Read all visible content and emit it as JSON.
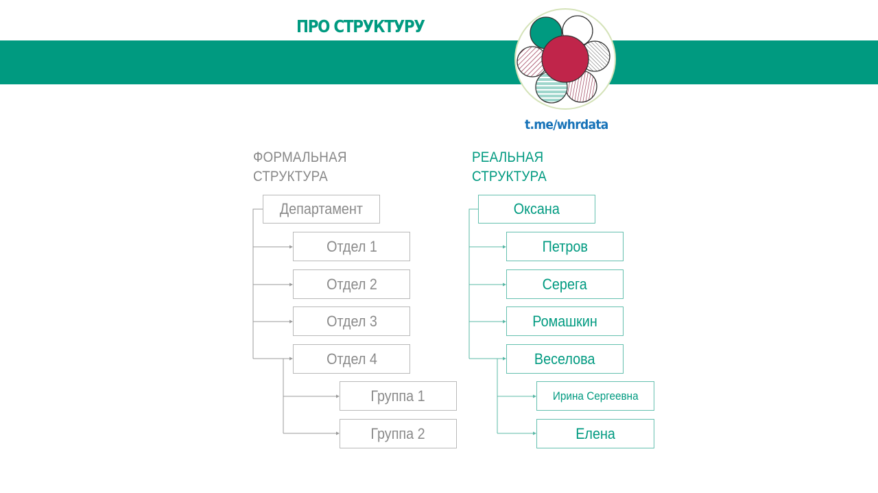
{
  "header": {
    "title": "ПРО СТРУКТУРУ",
    "link": "t.me/whrdata",
    "colors": {
      "band": "#009a80",
      "title": "#009a80",
      "link": "#1672b8",
      "logo_center": "#c0254a"
    }
  },
  "formal": {
    "heading_line1": "ФОРМАЛЬНАЯ",
    "heading_line2": "СТРУКТУРА",
    "nodes": [
      "Департамент",
      "Отдел 1",
      "Отдел 2",
      "Отдел 3",
      "Отдел 4",
      "Группа 1",
      "Группа 2"
    ],
    "color": "#8a8a8a"
  },
  "real": {
    "heading_line1": "РЕАЛЬНАЯ",
    "heading_line2": "СТРУКТУРА",
    "nodes": [
      "Оксана",
      "Петров",
      "Серега",
      "Ромашкин",
      "Веселова",
      "Ирина Сергеевна",
      "Елена"
    ],
    "color": "#009a80"
  }
}
